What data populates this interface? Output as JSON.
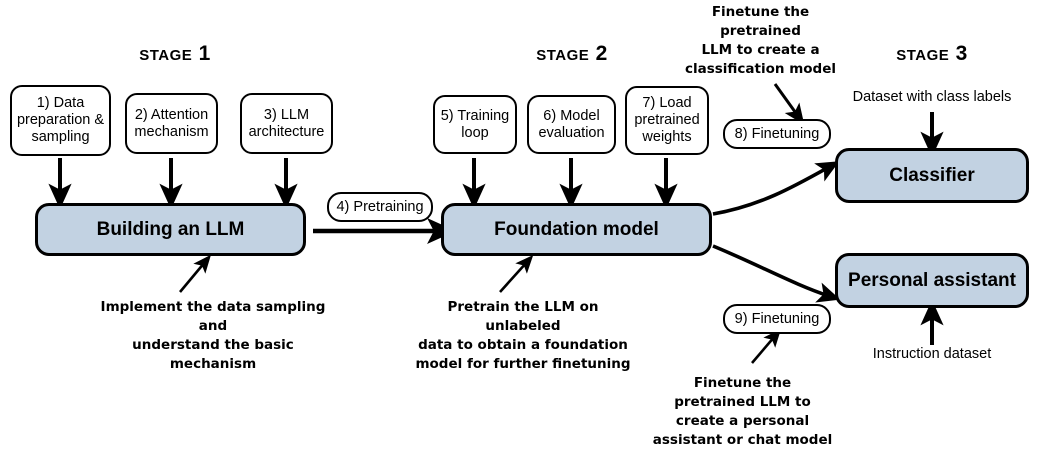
{
  "diagram": {
    "title_stage1": "Stage 1",
    "title_stage2": "Stage 2",
    "title_stage3": "Stage 3"
  },
  "stage1": {
    "steps": [
      {
        "label": "1) Data preparation & sampling"
      },
      {
        "label": "2) Attention mechanism"
      },
      {
        "label": "3) LLM architecture"
      }
    ],
    "main_box": "Building an LLM",
    "annotation_line1": "Implement the data sampling and",
    "annotation_line2": "understand the basic mechanism"
  },
  "transition": {
    "pretraining_pill": "4) Pretraining"
  },
  "stage2": {
    "steps": [
      {
        "label": "5) Training loop"
      },
      {
        "label": "6) Model evaluation"
      },
      {
        "label": "7) Load pretrained weights"
      }
    ],
    "main_box": "Foundation model",
    "annotation_line1": "Pretrain the LLM on unlabeled",
    "annotation_line2": "data to obtain a foundation",
    "annotation_line3": "model for further finetuning"
  },
  "stage3": {
    "classifier_branch": {
      "annotation_line1": "Finetune the pretrained",
      "annotation_line2": "LLM to create a",
      "annotation_line3": "classification model",
      "pill": "8) Finetuning",
      "dataset_label": "Dataset with class labels",
      "box": "Classifier"
    },
    "assistant_branch": {
      "pill": "9) Finetuning",
      "annotation_line1": "Finetune the",
      "annotation_line2": "pretrained LLM to",
      "annotation_line3": "create a personal",
      "annotation_line4": "assistant or chat model",
      "dataset_label": "Instruction dataset",
      "box": "Personal assistant"
    }
  },
  "colors": {
    "box_fill": "#c2d2e2",
    "stroke": "#000000",
    "background": "#ffffff"
  }
}
